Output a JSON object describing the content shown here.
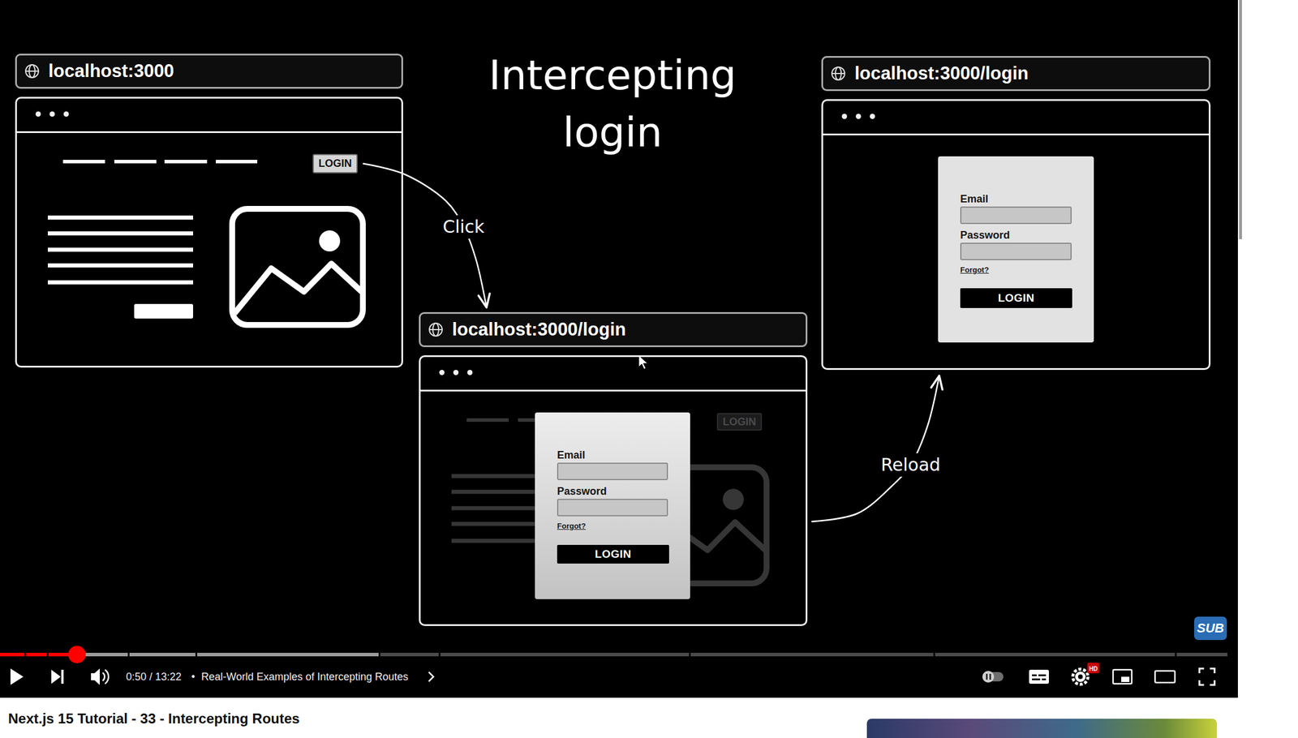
{
  "diagram": {
    "title": "Intercepting login",
    "nodes": [
      {
        "text": [
          "localhost:3000"
        ]
      },
      {
        "text": [
          "LOGIN"
        ],
        "in": 0
      },
      {
        "text": [
          "localhost:3000/login"
        ]
      },
      {
        "text": [
          "LOGIN"
        ],
        "in": 2
      },
      {
        "text": [
          "Email",
          "Password",
          "Forgot?"
        ],
        "in": 2
      },
      {
        "text": [
          "LOGIN"
        ],
        "in": 4
      },
      {
        "text": [
          "localhost:3000/login"
        ]
      },
      {
        "text": [
          "Email",
          "Password",
          "Forgot?"
        ],
        "in": 6
      },
      {
        "text": [
          "LOGIN"
        ],
        "in": 7
      }
    ],
    "edges": [
      {
        "from": 1,
        "to": 2,
        "label": "Click",
        "arrow": "to"
      },
      {
        "from": 2,
        "to": 6,
        "label": "Reload",
        "arrow": "to"
      }
    ],
    "labels": [
      "SUB",
      "0:50 / 13:22",
      "•",
      "Real-World Examples of Intercepting Routes",
      "HD",
      "Next.js 15 Tutorial - 33 - Intercepting Routes"
    ]
  }
}
